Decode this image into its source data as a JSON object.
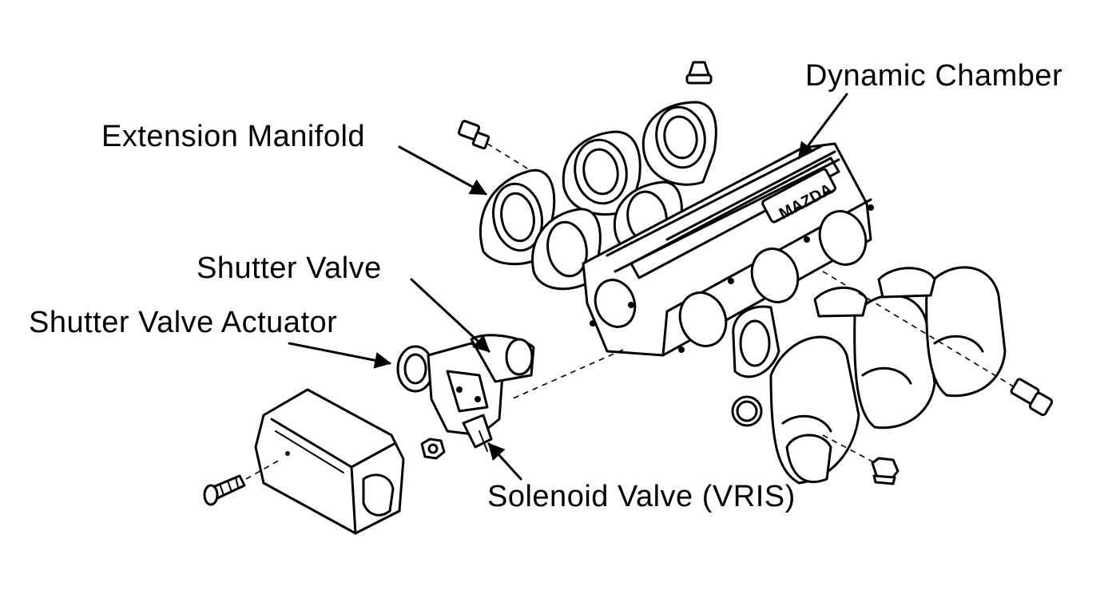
{
  "diagram": {
    "labels": {
      "dynamic_chamber": "Dynamic Chamber",
      "extension_manifold": "Extension Manifold",
      "shutter_valve": "Shutter Valve",
      "shutter_valve_actuator": "Shutter Valve Actuator",
      "solenoid_valve": "Solenoid Valve (VRIS)"
    },
    "colors": {
      "ink": "#000000",
      "background": "#ffffff"
    }
  }
}
